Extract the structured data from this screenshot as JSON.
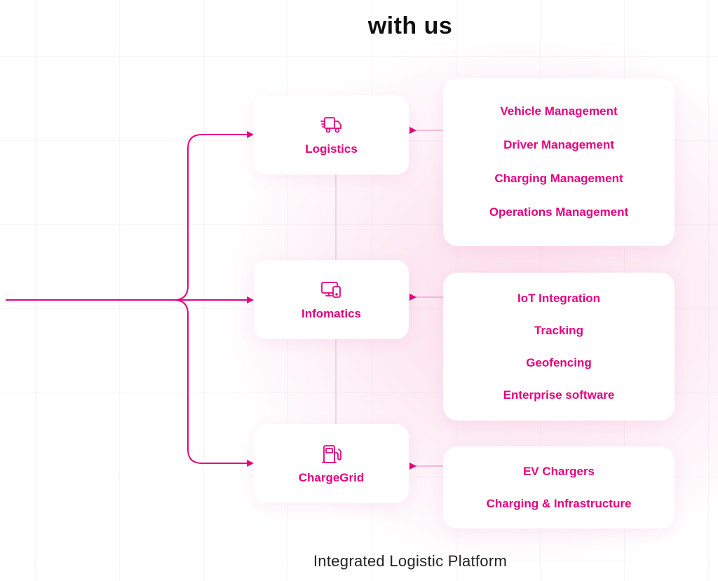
{
  "heading": "with us",
  "caption": "Integrated Logistic Platform",
  "colors": {
    "accent": "#e6007e",
    "heading": "#111111"
  },
  "nodes": [
    {
      "label": "Logistics",
      "icon": "truck-icon",
      "items": [
        "Vehicle Management",
        "Driver Management",
        "Charging Management",
        "Operations Management"
      ]
    },
    {
      "label": "Infomatics",
      "icon": "devices-icon",
      "items": [
        "IoT Integration",
        "Tracking",
        "Geofencing",
        "Enterprise software"
      ]
    },
    {
      "label": "ChargeGrid",
      "icon": "charging-station-icon",
      "items": [
        "EV Chargers",
        "Charging & Infrastructure"
      ]
    }
  ]
}
